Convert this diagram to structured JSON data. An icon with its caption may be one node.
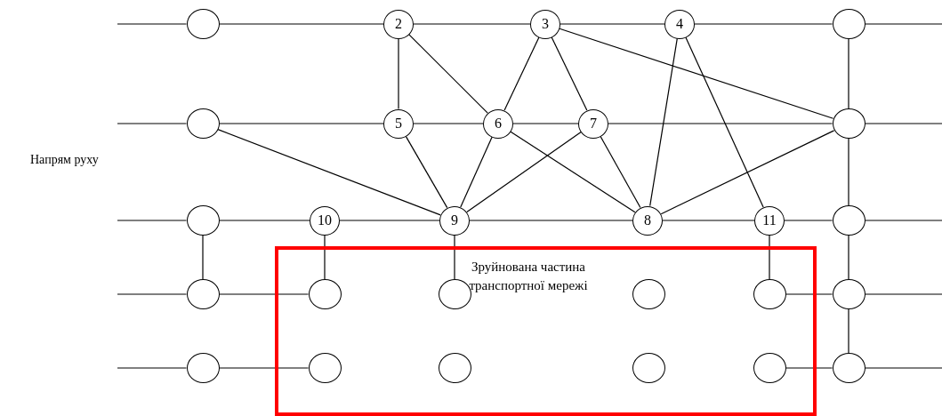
{
  "diagram": {
    "nodes": [
      {
        "text": [],
        "shape": "circle"
      },
      {
        "text": [
          "2"
        ]
      },
      {
        "text": [
          "3"
        ]
      },
      {
        "text": [
          "4"
        ]
      },
      {
        "text": [],
        "shape": "circle"
      },
      {
        "text": [],
        "shape": "circle"
      },
      {
        "text": [
          "5"
        ]
      },
      {
        "text": [
          "6"
        ]
      },
      {
        "text": [
          "7"
        ]
      },
      {
        "text": [],
        "shape": "circle"
      },
      {
        "text": [],
        "shape": "circle"
      },
      {
        "text": [
          "10"
        ]
      },
      {
        "text": [
          "9"
        ]
      },
      {
        "text": [
          "8"
        ]
      },
      {
        "text": [
          "11"
        ]
      },
      {
        "text": [],
        "shape": "circle"
      },
      {
        "text": [
          "Зруйнована частина транспортної мережі"
        ]
      },
      {
        "text": [],
        "shape": "circle"
      },
      {
        "text": [],
        "shape": "circle",
        "in": 16
      },
      {
        "text": [],
        "shape": "circle",
        "in": 16
      },
      {
        "text": [],
        "shape": "circle",
        "in": 16
      },
      {
        "text": [],
        "shape": "circle",
        "in": 16
      },
      {
        "text": [],
        "shape": "circle"
      },
      {
        "text": [],
        "shape": "circle"
      },
      {
        "text": [],
        "shape": "circle",
        "in": 16
      },
      {
        "text": [],
        "shape": "circle",
        "in": 16
      },
      {
        "text": [],
        "shape": "circle",
        "in": 16
      },
      {
        "text": [],
        "shape": "circle",
        "in": 16
      },
      {
        "text": [],
        "shape": "circle"
      }
    ],
    "edges": [
      {
        "from": null,
        "to": 0,
        "arrow": "none"
      },
      {
        "from": 0,
        "to": 1,
        "arrow": "none"
      },
      {
        "from": 1,
        "to": 2,
        "arrow": "none"
      },
      {
        "from": 2,
        "to": 3,
        "arrow": "none"
      },
      {
        "from": 3,
        "to": 4,
        "arrow": "none"
      },
      {
        "from": 4,
        "to": null,
        "arrow": "none"
      },
      {
        "from": 1,
        "to": 6,
        "arrow": "none"
      },
      {
        "from": 1,
        "to": 7,
        "arrow": "none"
      },
      {
        "from": 2,
        "to": 7,
        "arrow": "none"
      },
      {
        "from": 2,
        "to": 8,
        "arrow": "none"
      },
      {
        "from": 2,
        "to": 9,
        "arrow": "none"
      },
      {
        "from": 3,
        "to": 13,
        "arrow": "none"
      },
      {
        "from": 3,
        "to": 14,
        "arrow": "none"
      },
      {
        "from": 4,
        "to": 9,
        "arrow": "none"
      },
      {
        "from": null,
        "to": 5,
        "arrow": "none"
      },
      {
        "from": 5,
        "to": 6,
        "arrow": "none"
      },
      {
        "from": 6,
        "to": 7,
        "arrow": "none"
      },
      {
        "from": 7,
        "to": 8,
        "arrow": "none"
      },
      {
        "from": 8,
        "to": 9,
        "arrow": "none"
      },
      {
        "from": 9,
        "to": null,
        "arrow": "none"
      },
      {
        "from": 5,
        "to": 12,
        "arrow": "none"
      },
      {
        "from": 6,
        "to": 12,
        "arrow": "none"
      },
      {
        "from": 7,
        "to": 12,
        "arrow": "none"
      },
      {
        "from": 7,
        "to": 13,
        "arrow": "none"
      },
      {
        "from": 8,
        "to": 12,
        "arrow": "none"
      },
      {
        "from": 8,
        "to": 13,
        "arrow": "none"
      },
      {
        "from": 9,
        "to": 13,
        "arrow": "none"
      },
      {
        "from": 9,
        "to": 15,
        "arrow": "none"
      },
      {
        "from": null,
        "to": 10,
        "arrow": "none"
      },
      {
        "from": 10,
        "to": 11,
        "arrow": "none"
      },
      {
        "from": 11,
        "to": 12,
        "arrow": "none"
      },
      {
        "from": 12,
        "to": 13,
        "arrow": "none"
      },
      {
        "from": 13,
        "to": 14,
        "arrow": "none"
      },
      {
        "from": 14,
        "to": 15,
        "arrow": "none"
      },
      {
        "from": 15,
        "to": null,
        "arrow": "none"
      },
      {
        "from": 10,
        "to": 17,
        "arrow": "none"
      },
      {
        "from": 11,
        "to": 18,
        "arrow": "none"
      },
      {
        "from": 12,
        "to": 19,
        "arrow": "none"
      },
      {
        "from": 14,
        "to": 21,
        "arrow": "none"
      },
      {
        "from": 15,
        "to": 22,
        "arrow": "none"
      },
      {
        "from": null,
        "to": 17,
        "arrow": "none"
      },
      {
        "from": 17,
        "to": 18,
        "arrow": "none"
      },
      {
        "from": 21,
        "to": 22,
        "arrow": "none"
      },
      {
        "from": 22,
        "to": null,
        "arrow": "none"
      },
      {
        "from": 22,
        "to": 28,
        "arrow": "none"
      },
      {
        "from": null,
        "to": 23,
        "arrow": "none"
      },
      {
        "from": 23,
        "to": 24,
        "arrow": "none"
      },
      {
        "from": 27,
        "to": 28,
        "arrow": "none"
      },
      {
        "from": 28,
        "to": null,
        "arrow": "none"
      }
    ],
    "labels": [
      "Напрям руху"
    ]
  }
}
